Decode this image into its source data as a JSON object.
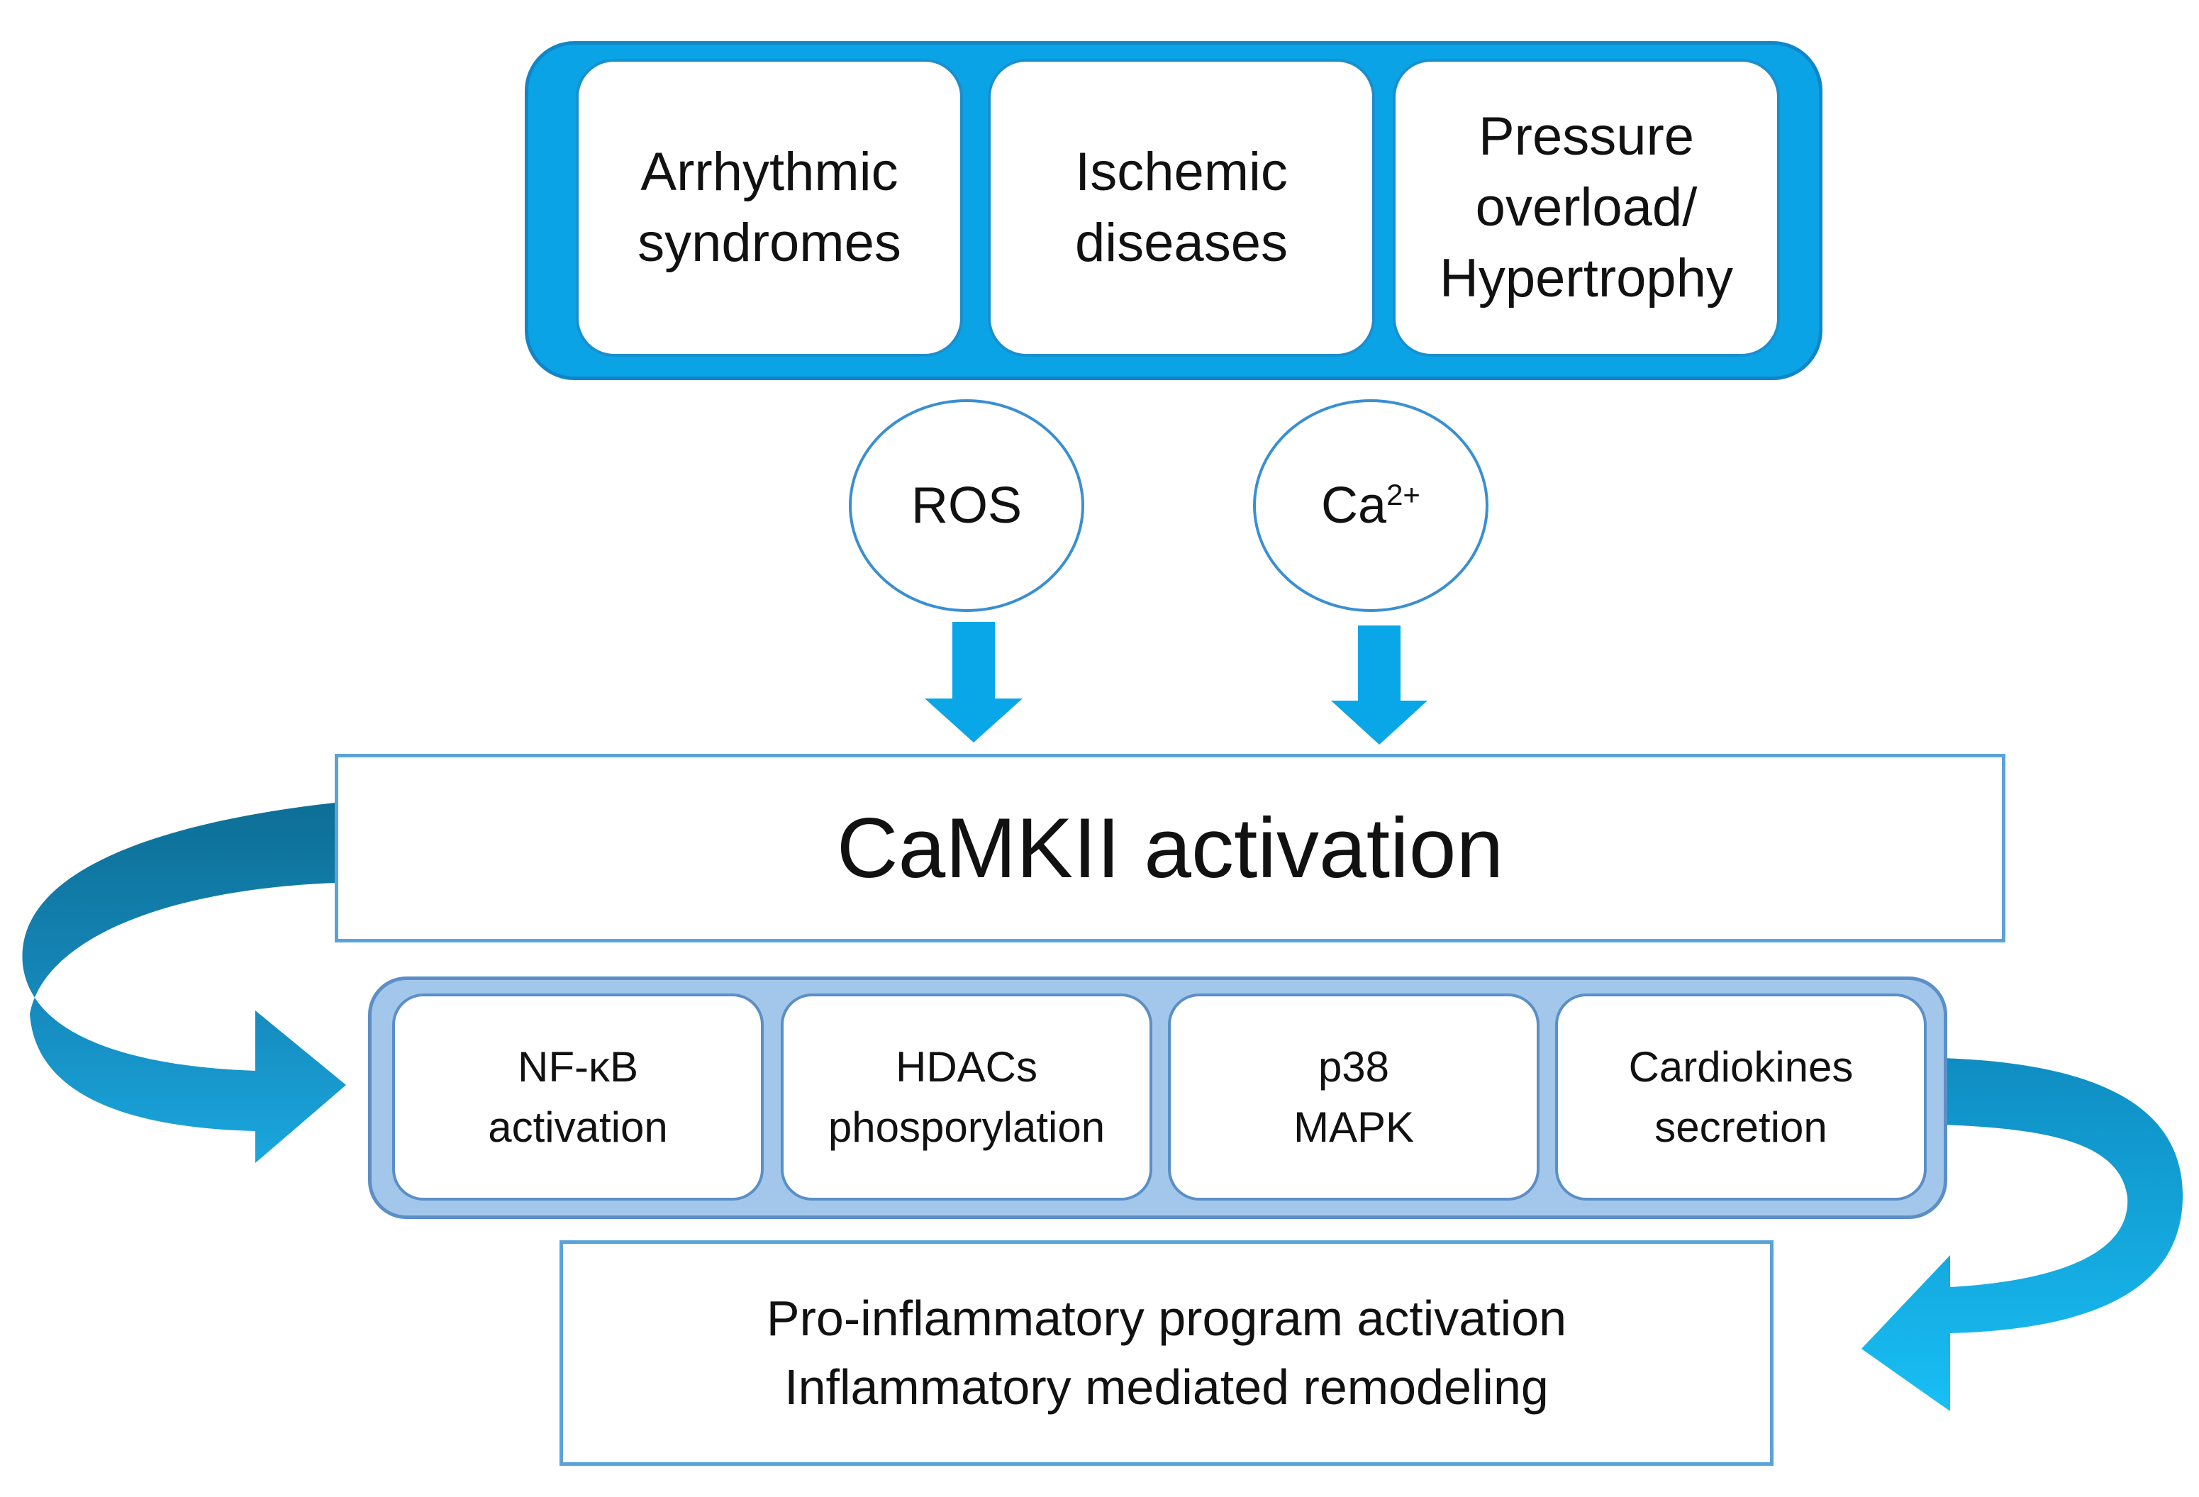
{
  "top_group": {
    "boxes": [
      {
        "label": "Arrhythmic\nsyndromes"
      },
      {
        "label": "Ischemic\ndiseases"
      },
      {
        "label": "Pressure\noverload/\nHypertrophy"
      }
    ]
  },
  "mediators": {
    "ros": "ROS",
    "calcium_base": "Ca",
    "calcium_charge": "2+"
  },
  "main": {
    "label": "CaMKII activation"
  },
  "middle_group": {
    "boxes": [
      {
        "label": "NF-κB\nactivation"
      },
      {
        "label": "HDACs\nphosporylation"
      },
      {
        "label": "p38\nMAPK"
      },
      {
        "label": "Cardiokines\nsecretion"
      }
    ]
  },
  "outcome": {
    "line1": "Pro-inflammatory program activation",
    "line2": "Inflammatory mediated remodeling"
  },
  "colors": {
    "accent_blue": "#0aa4e6",
    "light_blue": "#a3c7ea",
    "dark_teal": "#1278a2",
    "bright_cyan": "#14b6f0"
  }
}
